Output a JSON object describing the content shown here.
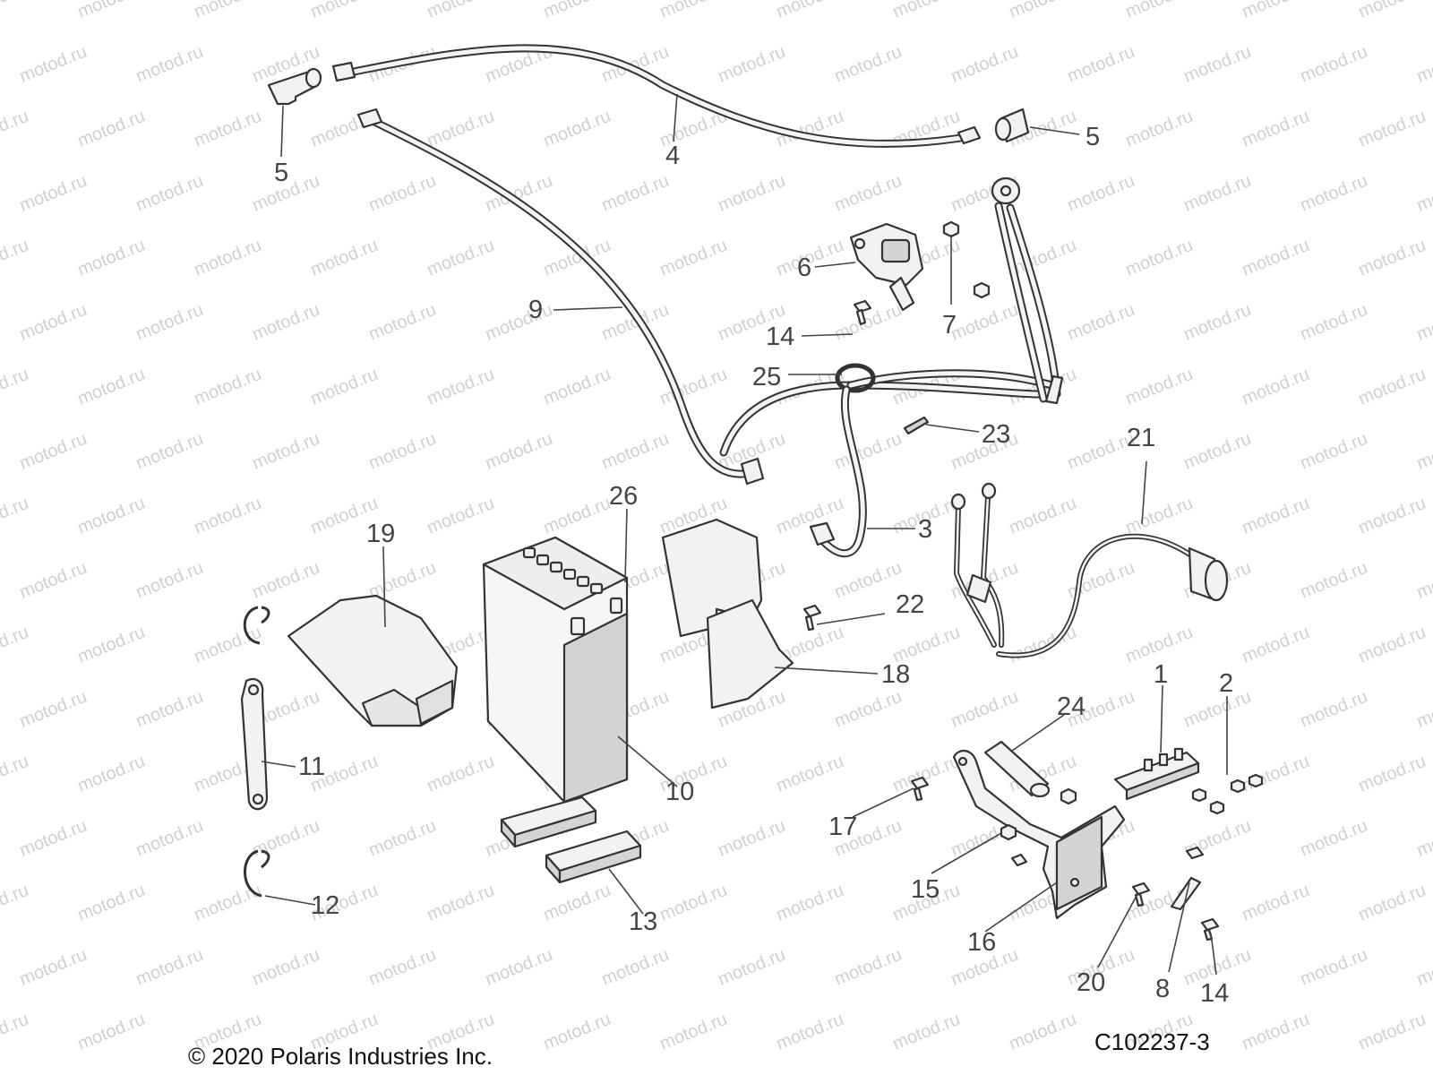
{
  "watermark": "motod.ru",
  "footer": {
    "copyright": "© 2020 Polaris Industries Inc.",
    "diagram_code": "C102237-3"
  },
  "callouts": {
    "c1": "1",
    "c2": "2",
    "c3": "3",
    "c4": "4",
    "c5a": "5",
    "c5b": "5",
    "c6": "6",
    "c7": "7",
    "c8": "8",
    "c9": "9",
    "c10": "10",
    "c11": "11",
    "c12": "12",
    "c13": "13",
    "c14a": "14",
    "c14b": "14",
    "c15": "15",
    "c16": "16",
    "c17": "17",
    "c18": "18",
    "c19": "19",
    "c20": "20",
    "c21": "21",
    "c22": "22",
    "c23": "23",
    "c24": "24",
    "c25": "25",
    "c26": "26"
  }
}
